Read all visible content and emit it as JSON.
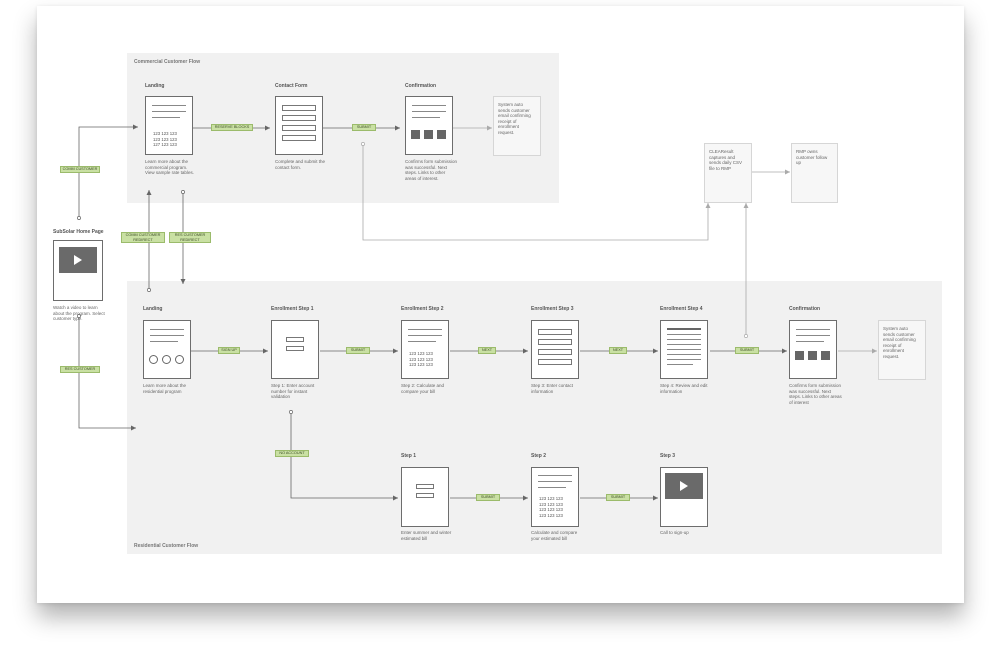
{
  "lanes": {
    "commercial": {
      "title": "Commercial Customer Flow"
    },
    "residential": {
      "title": "Residential Customer Flow"
    }
  },
  "home": {
    "title": "SubSolar Home Page",
    "caption": "Watch a video to learn about the program. Select customer type."
  },
  "commercial": {
    "landing": {
      "title": "Landing",
      "numbers": "123 123 123\n123 123 123\n127 123 123",
      "caption": "Learn more about the commercial program. View sample rate tables."
    },
    "contact": {
      "title": "Contact Form",
      "caption": "Complete and submit the contact form."
    },
    "confirmation": {
      "title": "Confirmation",
      "caption": "Confirms form submission was successful. Next steps. Links to other areas of interest."
    },
    "note": "System auto sends customer email confirming receipt of enrollment request."
  },
  "side": {
    "clear_note": "CLEAResult captures and sends daily CSV file to RMP",
    "rmp_note": "RMP owns customer follow up"
  },
  "residential": {
    "landing": {
      "title": "Landing",
      "caption": "Learn more about the residential program"
    },
    "step1": {
      "title": "Enrollment Step 1",
      "caption": "Step 1: Enter account number for instant validation"
    },
    "step2": {
      "title": "Enrollment Step 2",
      "numbers": "123 123 123\n123 123 123\n123 123 123",
      "caption": "Step 2: Calculate and compare your bill"
    },
    "step3": {
      "title": "Enrollment Step 3",
      "caption": "Step 3: Enter contact information"
    },
    "step4": {
      "title": "Enrollment Step 4",
      "caption": "Step 4: Review and edit information"
    },
    "confirmation": {
      "title": "Confirmation",
      "caption": "Confirms form submission was successful. Next steps. Links to other areas of interest"
    },
    "note": "System auto sends customer email confirming receipt of enrollment request."
  },
  "noaccount": {
    "step1": {
      "title": "Step 1",
      "caption": "Enter summer and winter estimated bill"
    },
    "step2": {
      "title": "Step 2",
      "numbers": "123 123 123\n123 123 123\n123 123 123\n123 123 123",
      "caption": "Calculate and compare your estimated bill"
    },
    "step3": {
      "title": "Step 3",
      "caption": "Call to sign-up"
    }
  },
  "tags": {
    "comm_customer": "COMM CUSTOMER",
    "res_customer": "RES CUSTOMER",
    "comm_redirect": "COMM CUSTOMER REDIRECT",
    "res_redirect": "RES CUSTOMER REDIRECT",
    "reserve_blocks": "RESERVE BLOCKS",
    "submit": "SUBMIT",
    "sign_up": "SIGN UP",
    "next": "NEXT",
    "no_account": "NO ACCOUNT"
  },
  "colors": {
    "tag_fill": "#c9e0a3",
    "lane_fill": "#f1f1f1",
    "icon_gray": "#6a6a6a"
  },
  "icons": {
    "video": "play-icon"
  }
}
